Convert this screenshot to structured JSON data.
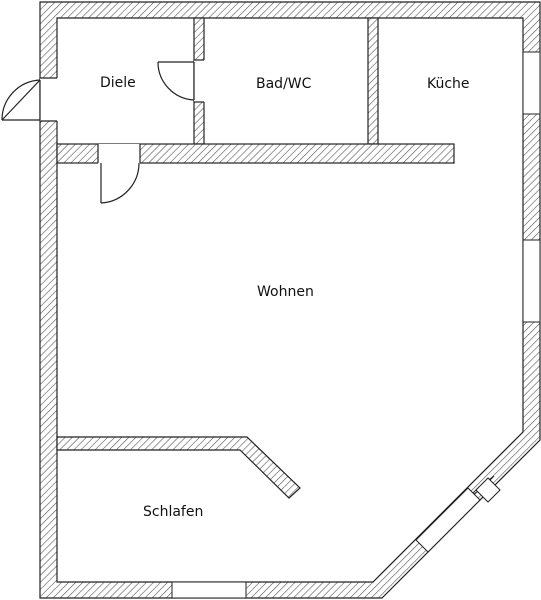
{
  "rooms": {
    "diele": "Diele",
    "bad": "Bad/WC",
    "kueche": "Küche",
    "wohnen": "Wohnen",
    "schlafen": "Schlafen"
  }
}
